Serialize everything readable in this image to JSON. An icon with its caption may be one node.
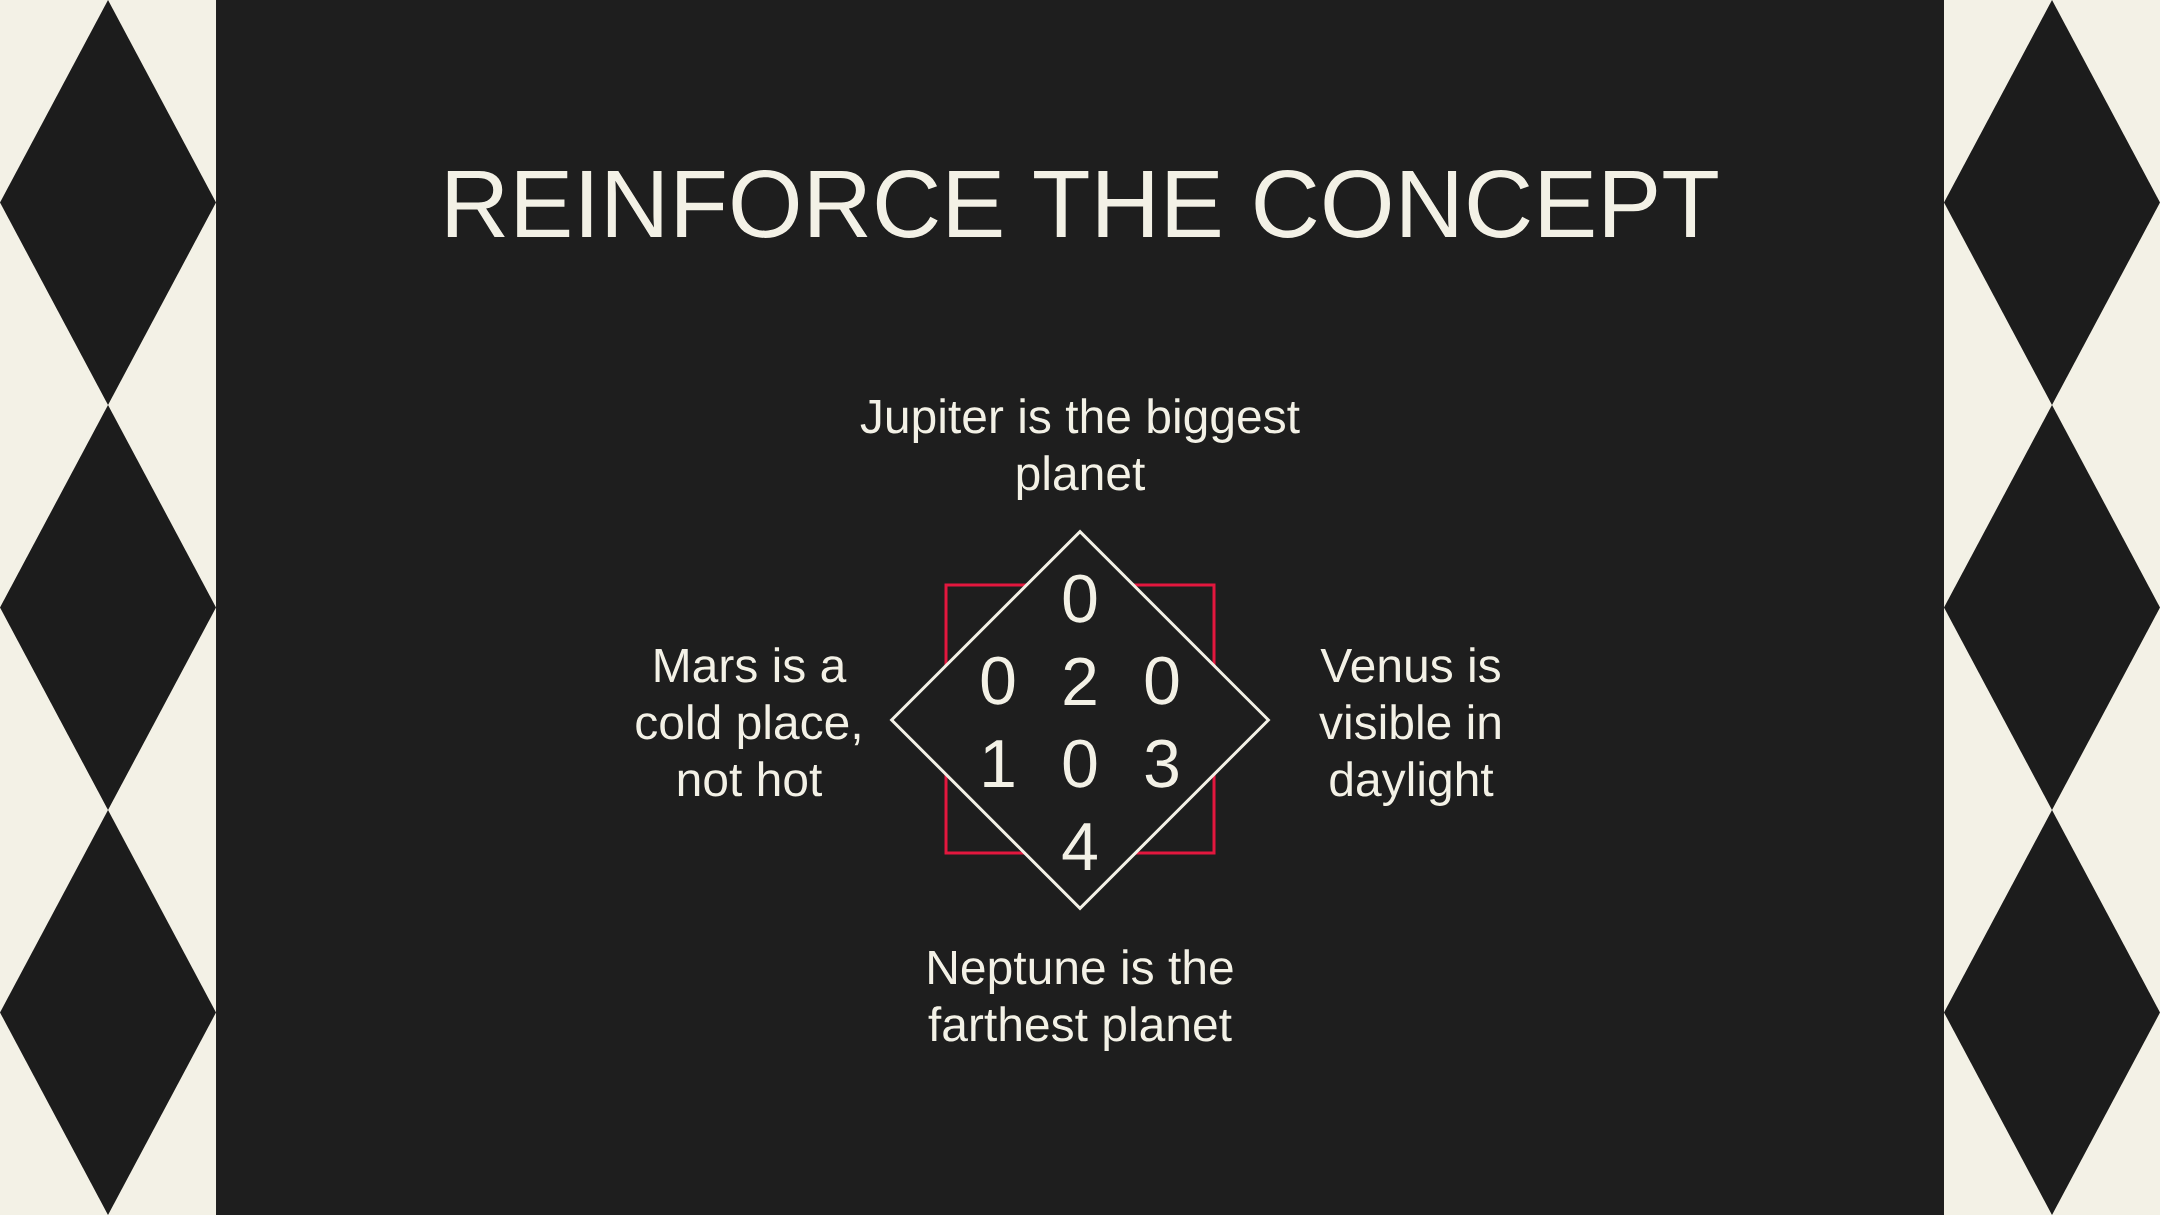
{
  "diagram": {
    "title": "REINFORCE THE CONCEPT",
    "nodes": [
      {
        "text": [
          "0 2",
          "0 1",
          "0 3",
          "0 4"
        ],
        "beside": [
          "Jupiter is the biggest planet",
          "Mars is a cold place, not hot",
          "Venus is visible in daylight",
          "Neptune is the farthest planet"
        ]
      }
    ]
  }
}
